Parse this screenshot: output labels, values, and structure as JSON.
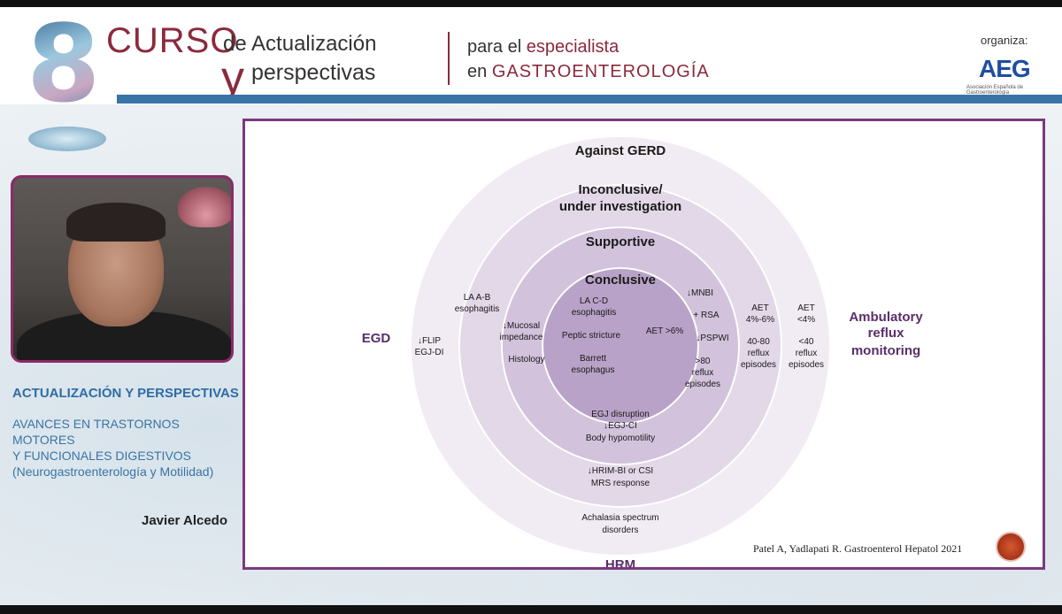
{
  "header": {
    "number": "8",
    "curso": "CURSO",
    "de_actualizacion": "de Actualización",
    "y": "y",
    "perspectivas": "perspectivas",
    "para_el": "para el",
    "especialista": "especialista",
    "en": "en",
    "gastro": "GASTROENTEROLOGÍA",
    "organiza": "organiza:",
    "org_logo": "AEG",
    "org_name": "Asociación Española de Gastroenterología",
    "accent_color": "#8b2a3d",
    "line_color": "#3a74a6"
  },
  "sidebar": {
    "title": "ACTUALIZACIÓN Y PERSPECTIVAS",
    "subtitle_1": "AVANCES EN TRASTORNOS MOTORES",
    "subtitle_2": "Y FUNCIONALES DIGESTIVOS",
    "subtitle_3": "(Neurogastroenterología y Motilidad)",
    "speaker": "Javier Alcedo"
  },
  "diagram": {
    "rings": {
      "against": "Against GERD",
      "inconclusive_1": "Inconclusive/",
      "inconclusive_2": "under investigation",
      "supportive": "Supportive",
      "conclusive": "Conclusive"
    },
    "axes": {
      "left": "EGD",
      "right_1": "Ambulatory",
      "right_2": "reflux",
      "right_3": "monitoring",
      "bottom": "HRM"
    },
    "inner": {
      "la_cd_1": "LA C-D",
      "la_cd_2": "esophagitis",
      "peptic": "Peptic stricture",
      "barrett_1": "Barrett",
      "barrett_2": "esophagus",
      "aet6": "AET >6%"
    },
    "supportive_ring": {
      "la_ab_1": "LA A-B",
      "la_ab_2": "esophagitis",
      "mucosal_1": "↓Mucosal",
      "mucosal_2": "impedance",
      "histology": "Histology",
      "mnbi": "↓MNBI",
      "rsa": "+ RSA",
      "pspwi": "↓PSPWI",
      "gt80_1": ">80",
      "gt80_2": "reflux",
      "gt80_3": "episodes",
      "egj_1": "EGJ disruption",
      "egj_2": "↓EGJ-CI",
      "egj_3": "Body hypomotility"
    },
    "inconclusive_ring": {
      "flip_1": "↓FLIP",
      "flip_2": "EGJ-DI",
      "aet46_1": "AET",
      "aet46_2": "4%-6%",
      "r4080_1": "40-80",
      "r4080_2": "reflux",
      "r4080_3": "episodes",
      "hrim_1": "↓HRIM-BI or CSI",
      "hrim_2": "MRS response"
    },
    "against_ring": {
      "aet4_1": "AET",
      "aet4_2": "<4%",
      "lt40_1": "<40",
      "lt40_2": "reflux",
      "lt40_3": "episodes",
      "achal_1": "Achalasia spectrum",
      "achal_2": "disorders"
    },
    "citation": "Patel A, Yadlapati R. Gastroenterol Hepatol 2021",
    "colors": {
      "outer": "#f1ecf3",
      "ring2": "#e2d8e8",
      "ring3": "#d2c2dc",
      "inner": "#b9a2c8",
      "frame": "#7b3a7c"
    }
  }
}
